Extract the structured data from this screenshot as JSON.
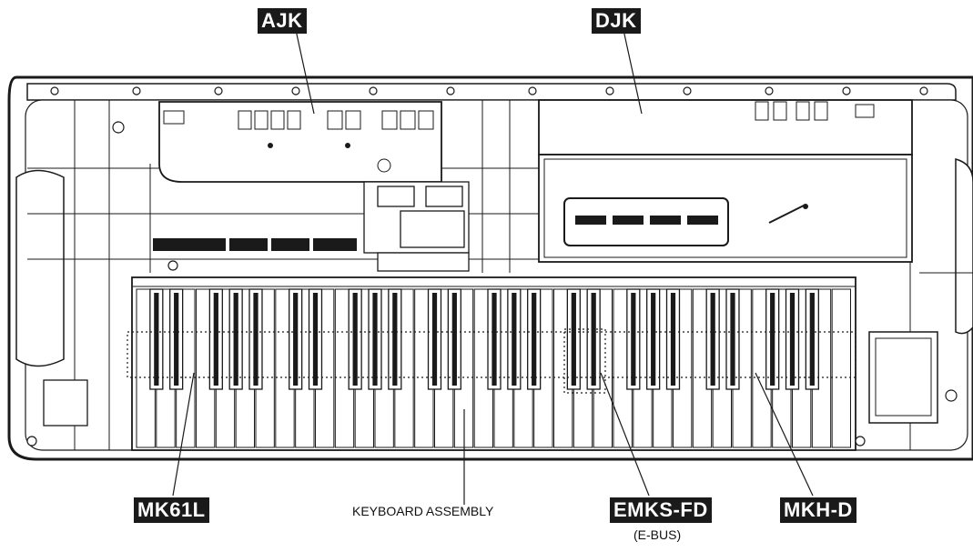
{
  "labels": {
    "ajk": "AJK",
    "djk": "DJK",
    "mk61l": "MK61L",
    "keyboard_assembly": "KEYBOARD ASSEMBLY",
    "emks_fd": "EMKS-FD",
    "e_bus": "(E-BUS)",
    "mkh_d": "MKH-D"
  },
  "keyboard": {
    "white_keys": 36,
    "black_keys": 25
  },
  "colors": {
    "line": "#1a1a1a",
    "fill": "#ffffff",
    "tag_bg": "#1a1a1a",
    "tag_text": "#ffffff"
  }
}
